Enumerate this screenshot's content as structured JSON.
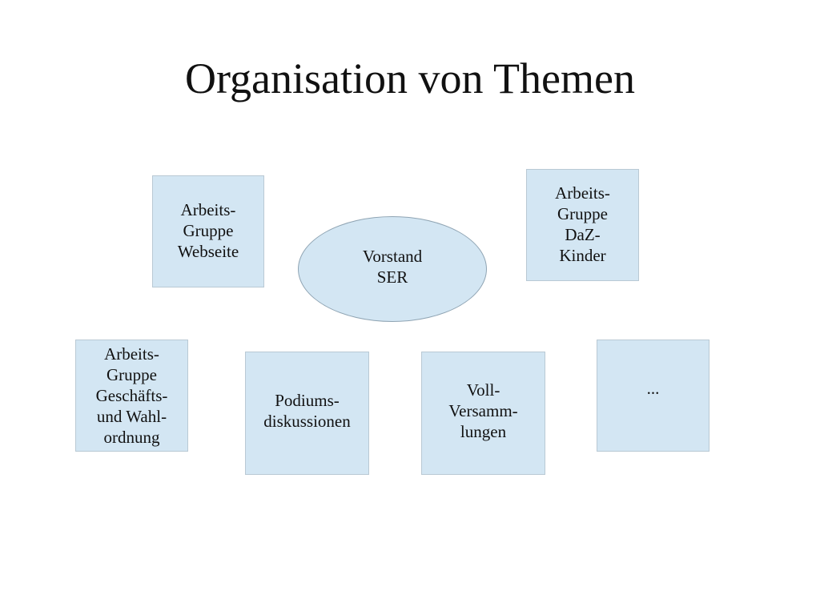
{
  "title": "Organisation von Themen",
  "nodes": {
    "webseite": "Arbeits-\nGruppe\nWebseite",
    "daz": "Arbeits-\nGruppe\nDaZ-\nKinder",
    "vorstand": "Vorstand\nSER",
    "geschaefts": "Arbeits-\nGruppe\nGeschäfts-\nund Wahl-\nordnung",
    "podium": "Podiums-\ndiskussionen",
    "voll": "Voll-\nVersamm-\nlungen",
    "more": "..."
  },
  "colors": {
    "box_fill": "#d3e6f3",
    "box_border": "#b9c9d4",
    "ellipse_border": "#8fa4b3"
  }
}
